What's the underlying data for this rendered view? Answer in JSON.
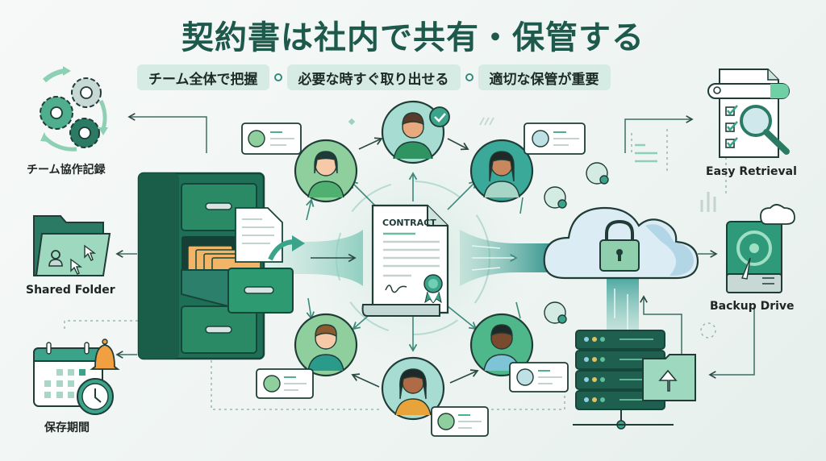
{
  "header": {
    "title": "契約書は社内で共有・保管する"
  },
  "key_points": [
    {
      "label": "チーム全体で把握"
    },
    {
      "label": "必要な時すぐ取り出せる"
    },
    {
      "label": "適切な保管が重要"
    }
  ],
  "left_items": [
    {
      "label": "チーム協作記録",
      "icon": "gears-icon"
    },
    {
      "label": "Shared Folder",
      "icon": "shared-folder-icon"
    },
    {
      "label": "保存期間",
      "icon": "calendar-clock-icon"
    }
  ],
  "right_items": [
    {
      "label": "Easy Retrieval",
      "icon": "search-document-icon"
    },
    {
      "label": "Backup Drive",
      "icon": "backup-drive-icon"
    }
  ],
  "center": {
    "document_title": "CONTRACT",
    "icon": "contract-document-icon"
  },
  "colors": {
    "primary": "#1d5a4c",
    "accent": "#2e8f78",
    "cabinet": "#247a5e",
    "pill_bg": "#d6ebe3",
    "cloud": "#dcecf4",
    "folder_orange": "#f2b467",
    "bell_orange": "#f0a040"
  }
}
